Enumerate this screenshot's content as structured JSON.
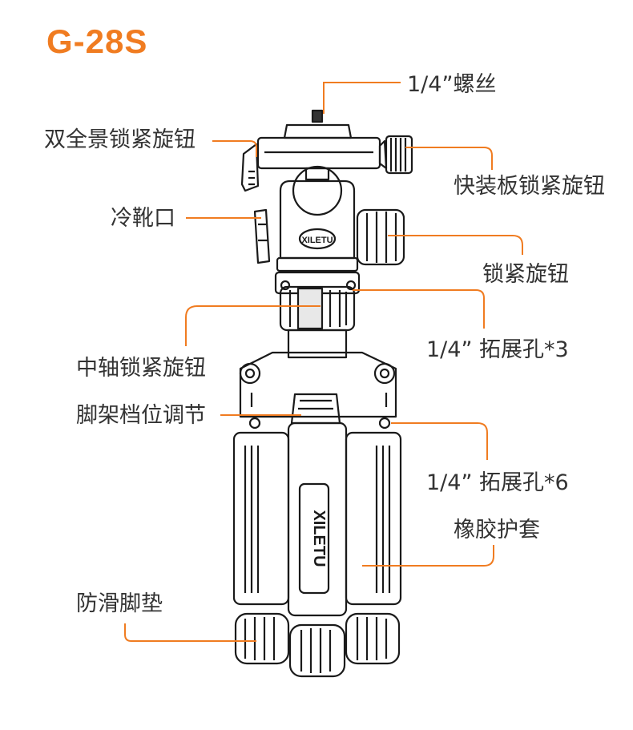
{
  "title": "G-28S",
  "accent_color": "#f07c21",
  "brand_text": "XILETU",
  "labels": {
    "screw": "1/4”螺丝",
    "panorama_knob": "双全景锁紧旋钮",
    "quick_plate_knob": "快装板锁紧旋钮",
    "cold_shoe": "冷靴口",
    "lock_knob": "锁紧旋钮",
    "expansion_3": "1/4” 拓展孔*3",
    "center_column_knob": "中轴锁紧旋钮",
    "leg_angle": "脚架档位调节",
    "expansion_6": "1/4” 拓展孔*6",
    "rubber_sleeve": "橡胶护套",
    "antiskid_feet": "防滑脚垫"
  }
}
